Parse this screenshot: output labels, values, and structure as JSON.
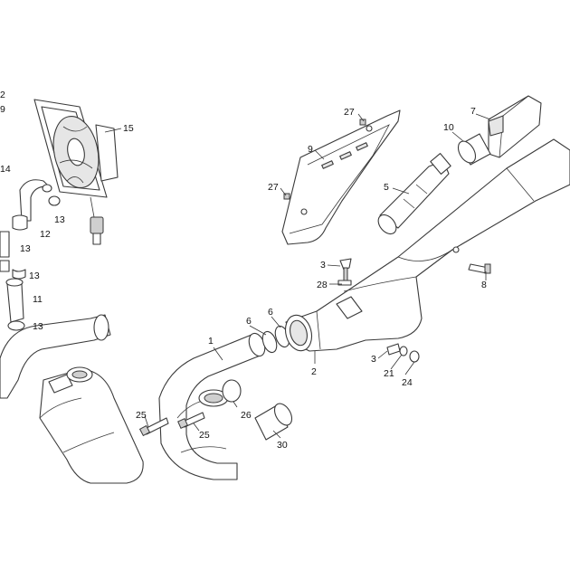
{
  "callouts": {
    "c1": "1",
    "c2": "2",
    "c3a": "3",
    "c3b": "3",
    "c5": "5",
    "c6a": "6",
    "c6b": "6",
    "c7": "7",
    "c8": "8",
    "c9": "9",
    "c10": "10",
    "c11": "11",
    "c12": "12",
    "c13a": "13",
    "c13b": "13",
    "c13c": "13",
    "c13d": "13",
    "c14": "14",
    "c15": "15",
    "c21": "21",
    "c24": "24",
    "c25a": "25",
    "c25b": "25",
    "c26": "26",
    "c27a": "27",
    "c27b": "27",
    "c28": "28",
    "c30": "30",
    "edge_a": "2",
    "edge_b": "9"
  },
  "colors": {
    "line": "#3a3a3a",
    "text": "#111111",
    "shade": "#e6e6e6"
  }
}
